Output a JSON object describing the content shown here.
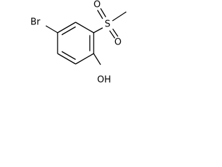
{
  "molecule": {
    "atoms": {
      "br": "Br",
      "s": "S",
      "o_upper": "O",
      "o_lower": "O",
      "oh": "OH"
    }
  }
}
